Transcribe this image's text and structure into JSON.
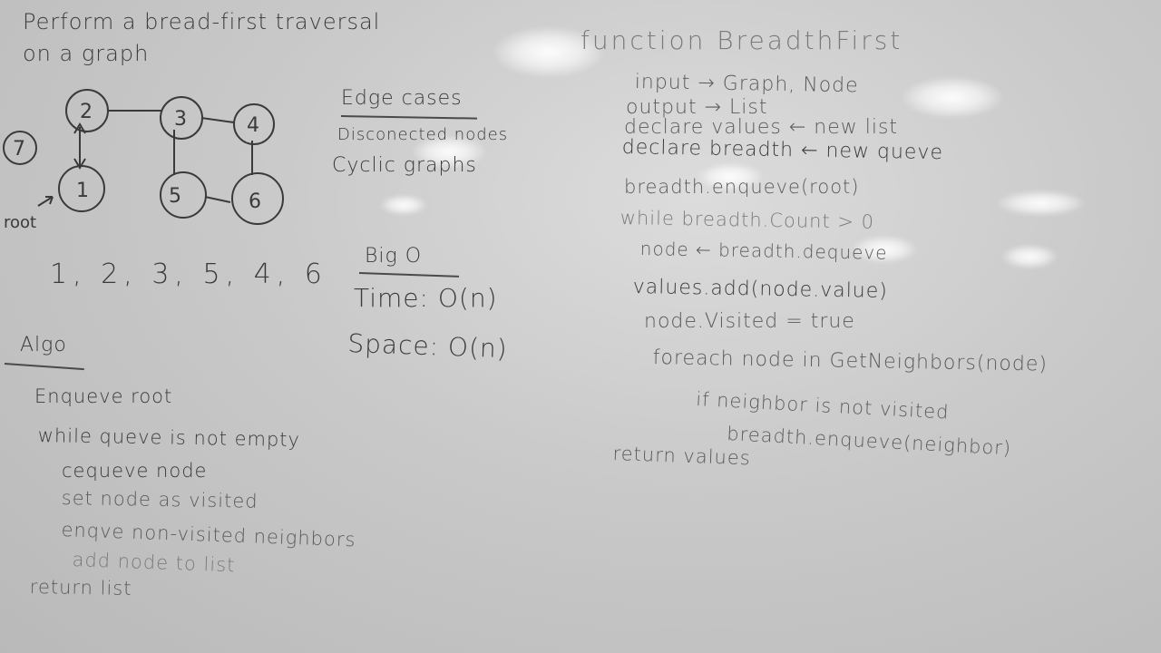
{
  "problem": {
    "line1": "Perform a bread-first traversal",
    "line2": "on a graph"
  },
  "graph": {
    "nodes": [
      "7",
      "2",
      "3",
      "4",
      "1",
      "5",
      "6"
    ],
    "root_label": "root"
  },
  "traversal_order": "1, 2, 3, 5, 4, 6",
  "algo": {
    "title": "Algo",
    "steps": [
      "Enqueve root",
      "while queve is not empty",
      "cequeve node",
      "set node as visited",
      "enqve non-visited neighbors",
      "add node to list",
      "return list"
    ]
  },
  "edge_cases": {
    "title": "Edge cases",
    "items": [
      "Disconected nodes",
      "Cyclic graphs"
    ]
  },
  "big_o": {
    "title": "Big O",
    "time": "Time: O(n)",
    "space": "Space: O(n)"
  },
  "function": {
    "header": "function BreadthFirst",
    "lines": [
      "input → Graph, Node",
      "output → List",
      "declare values ← new list",
      "declare breadth ← new queve",
      "breadth.enqueve(root)",
      "while breadth.Count > 0",
      "node ← breadth.dequeve",
      "values.add(node.value)",
      "node.Visited = true",
      "foreach node in GetNeighbors(node)",
      "if neighbor is not visited",
      "breadth.enqueve(neighbor)",
      "return values"
    ]
  }
}
